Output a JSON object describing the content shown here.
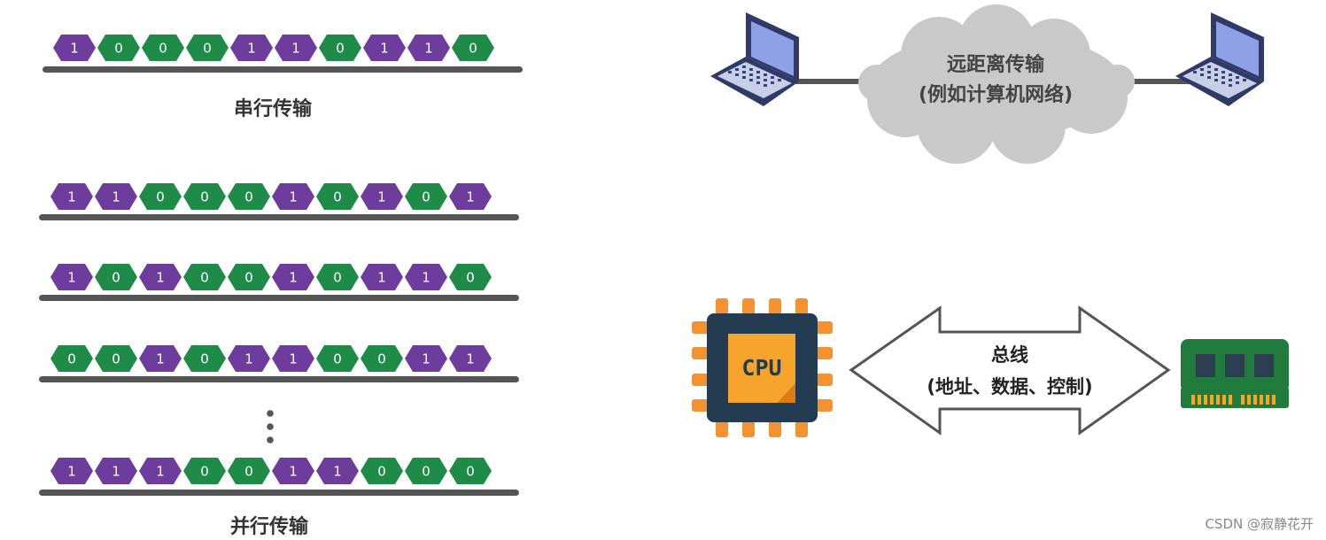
{
  "colors": {
    "one": "#6e3c9c",
    "zero": "#1e8c48",
    "wire": "#555555"
  },
  "serial": {
    "caption": "串行传输",
    "bits": [
      "1",
      "0",
      "0",
      "0",
      "1",
      "1",
      "0",
      "1",
      "1",
      "0"
    ]
  },
  "parallel": {
    "caption": "并行传输",
    "ellipsis": "⋮",
    "rows": [
      [
        "1",
        "1",
        "0",
        "0",
        "0",
        "1",
        "0",
        "1",
        "0",
        "1"
      ],
      [
        "1",
        "0",
        "1",
        "0",
        "0",
        "1",
        "0",
        "1",
        "1",
        "0"
      ],
      [
        "0",
        "0",
        "1",
        "0",
        "1",
        "1",
        "0",
        "0",
        "1",
        "1"
      ],
      [
        "1",
        "1",
        "1",
        "0",
        "0",
        "1",
        "1",
        "0",
        "0",
        "0"
      ]
    ]
  },
  "network": {
    "left_icon": "laptop-icon",
    "right_icon": "laptop-icon",
    "cloud_line1": "远距离传输",
    "cloud_line2": "(例如计算机网络)"
  },
  "bus": {
    "cpu_label": "CPU",
    "memory_icon": "memory-icon",
    "line1": "总线",
    "line2": "(地址、数据、控制)"
  },
  "watermark": "CSDN @寂静花开"
}
